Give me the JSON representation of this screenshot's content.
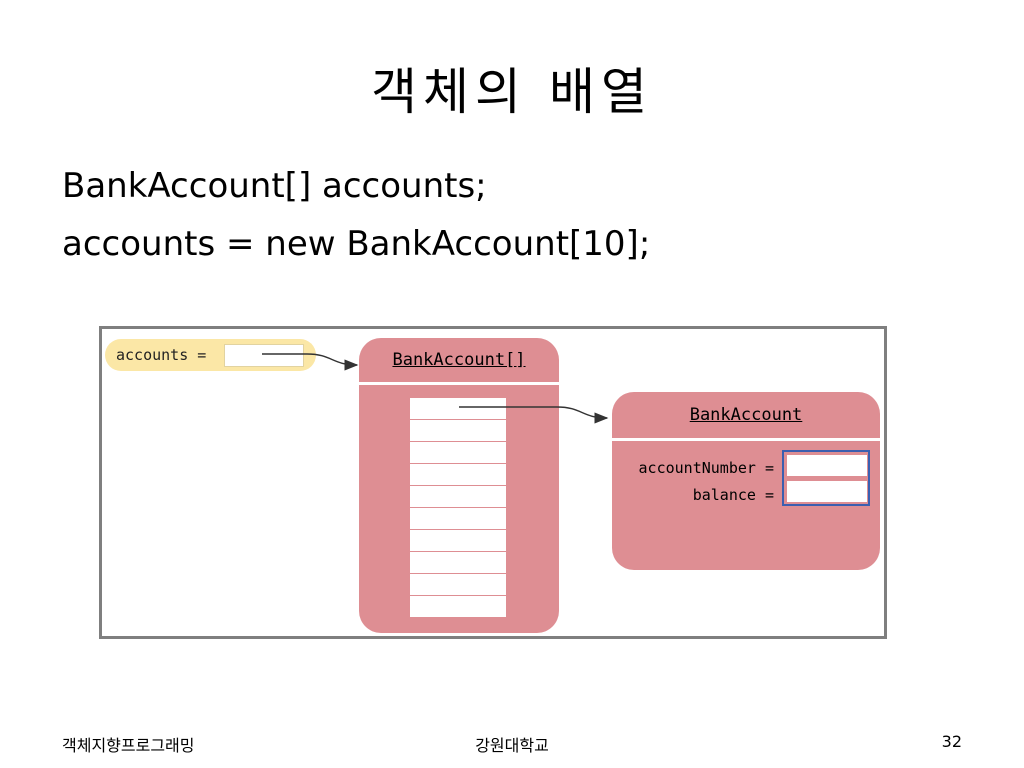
{
  "slide": {
    "title": "객체의 배열",
    "code_lines": [
      "BankAccount[] accounts;",
      "accounts = new BankAccount[10];"
    ],
    "page_number": "32"
  },
  "diagram": {
    "variable": {
      "label": "accounts ="
    },
    "array_object": {
      "type_name": "BankAccount[]",
      "slot_count": 10
    },
    "account_object": {
      "type_name": "BankAccount",
      "fields": [
        {
          "label": "accountNumber ="
        },
        {
          "label": "balance ="
        }
      ]
    }
  },
  "footer": {
    "left": "객체지향프로그래밍",
    "center": "강원대학교",
    "right": "32"
  },
  "colors": {
    "object_fill": "#de8e93",
    "variable_fill": "#fbe7a6",
    "frame_border": "#7f7f7f",
    "highlight_border": "#3b5fb0"
  }
}
